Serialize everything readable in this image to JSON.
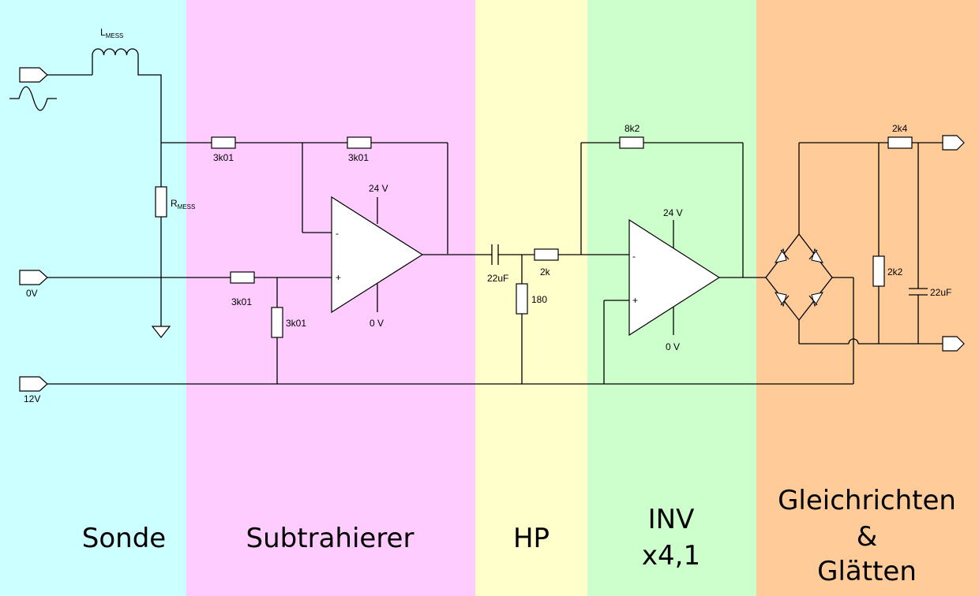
{
  "sections": [
    {
      "label": "Sonde",
      "color": "#ccffff"
    },
    {
      "label": "Subtrahierer",
      "color": "#ffccff"
    },
    {
      "label": "HP",
      "color": "#ffffcc"
    },
    {
      "label": "INV",
      "label2": "x4,1",
      "color": "#ccffcc"
    },
    {
      "label": "Gleichrichten",
      "label2": "&",
      "label3": "Glätten",
      "color": "#ffcc99"
    }
  ],
  "inductor": {
    "name": "L",
    "sub": "MESS"
  },
  "rmess": {
    "name": "R",
    "sub": "MESS"
  },
  "ports": {
    "zero": "0V",
    "twelve": "12V"
  },
  "subtractor": {
    "r_in_top": "3k01",
    "r_feedback": "3k01",
    "r_in_bottom": "3k01",
    "r_ground": "3k01",
    "supply_pos": "24 V",
    "supply_neg": "0 V",
    "minus": "-",
    "plus": "+"
  },
  "highpass": {
    "cap": "22uF",
    "r_series": "2k",
    "r_shunt": "180"
  },
  "inverter": {
    "r_feedback": "8k2",
    "supply_pos": "24 V",
    "supply_neg": "0 V",
    "minus": "-",
    "plus": "+"
  },
  "rectifier": {
    "r_series": "2k4",
    "r_load": "2k2",
    "cap": "22uF"
  }
}
